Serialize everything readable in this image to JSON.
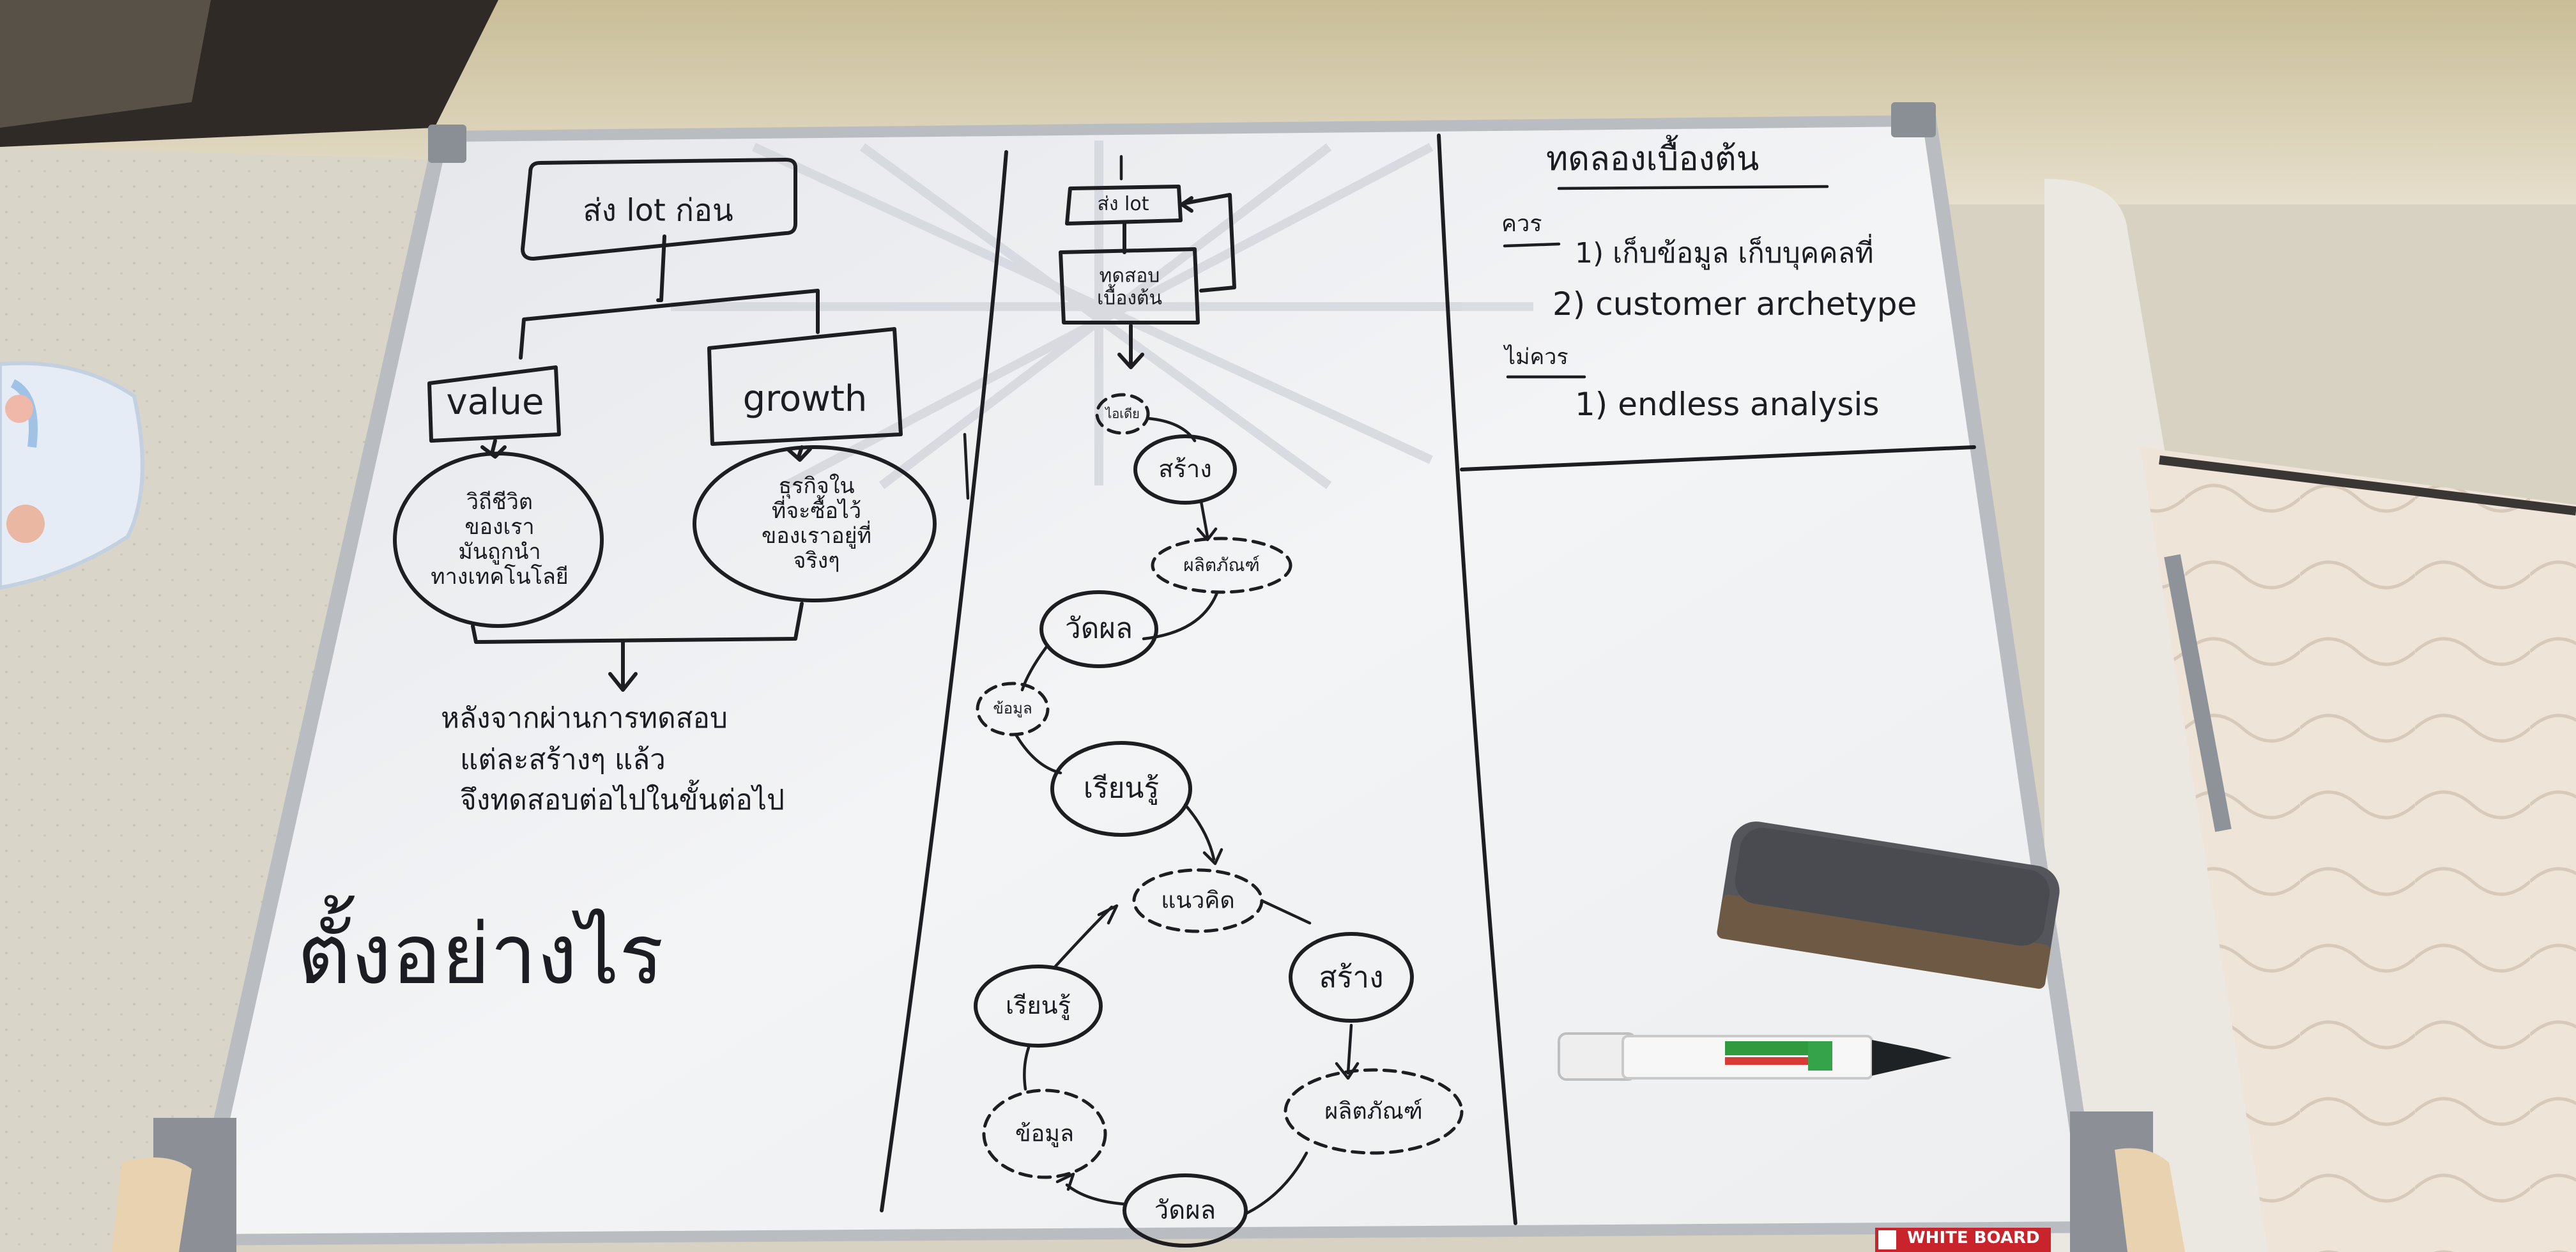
{
  "left_panel": {
    "top_box": "ส่ง lot ก่อน",
    "value_box": "value",
    "growth_box": "growth",
    "value_circle": [
      "วิถีชีวิต",
      "ของเรา",
      "มันถูกนำ",
      "ทางเทคโนโลยี"
    ],
    "growth_circle": [
      "ธุรกิจใน",
      "ที่จะซื้อไว้",
      "ของเราอยู่ที่",
      "จริงๆ"
    ],
    "summary_lines": [
      "หลังจากผ่านการทดสอบ",
      "แต่ละสร้างๆ แล้ว",
      "จึงทดสอบต่อไปในขั้นต่อไป"
    ],
    "big_text": "ตั้งอย่างไร"
  },
  "middle_panel": {
    "box_send": "ส่ง lot",
    "box_test": [
      "ทดสอบ",
      "เบื้องต้น"
    ],
    "node_idea": "ไอเดีย",
    "node_build": "สร้าง",
    "node_product": "ผลิตภัณฑ์",
    "node_measure": "วัดผล",
    "node_data": "ข้อมูล",
    "node_learn": "เรียนรู้",
    "loop_idea": "แนวคิด",
    "loop_build": "สร้าง",
    "loop_product": "ผลิตภัณฑ์",
    "loop_measure": "วัดผล",
    "loop_data": "ข้อมูล",
    "loop_learn": "เรียนรู้"
  },
  "right_panel": {
    "title": "ทดลองเบื้องต้น",
    "do_label": "ควร",
    "do_items": [
      "1) เก็บข้อมูล เก็บบุคคลที่",
      "2) customer archetype"
    ],
    "dont_label": "ไม่ควร",
    "dont_items": [
      "1) endless analysis"
    ]
  },
  "marker_label": "WHITE BOARD"
}
